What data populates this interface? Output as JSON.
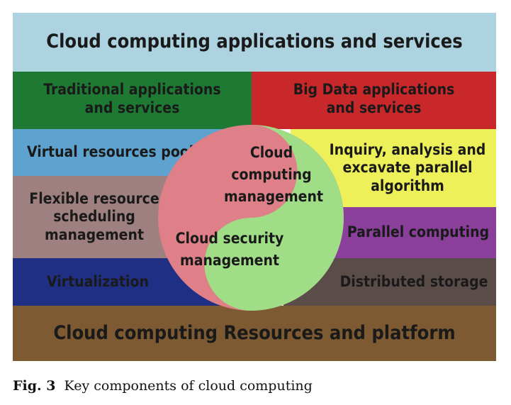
{
  "diagram": {
    "top_banner": "Cloud computing applications and services",
    "left_column": {
      "traditional": [
        "Traditional applications",
        "and services"
      ],
      "virtual_pool": "Virtual resources pool",
      "flexible": [
        "Flexible resource",
        "scheduling",
        "management"
      ],
      "virtualization": "Virtualization"
    },
    "right_column": {
      "big_data": [
        "Big Data applications",
        "and services"
      ],
      "inquiry": [
        "Inquiry, analysis and",
        "excavate parallel",
        "algorithm"
      ],
      "parallel": "Parallel computing",
      "distributed": "Distributed storage"
    },
    "center": {
      "management": [
        "Cloud",
        "computing",
        "management"
      ],
      "security": [
        "Cloud security",
        "management"
      ]
    },
    "bottom_banner": "Cloud computing Resources and platform"
  },
  "caption": {
    "label": "Fig. 3",
    "text": "Key components of cloud computing"
  },
  "colors": {
    "top": "#add3e0",
    "traditional": "#1e7a33",
    "big_data": "#c8282a",
    "virtual_pool": "#5ea3cf",
    "inquiry": "#eef05a",
    "flexible": "#9f8080",
    "parallel": "#8a3f9a",
    "virtualization": "#1e2f84",
    "distributed": "#5a4d49",
    "bottom": "#7d5a31",
    "circle_green": "#9fde87",
    "circle_pink": "#df7f88"
  }
}
